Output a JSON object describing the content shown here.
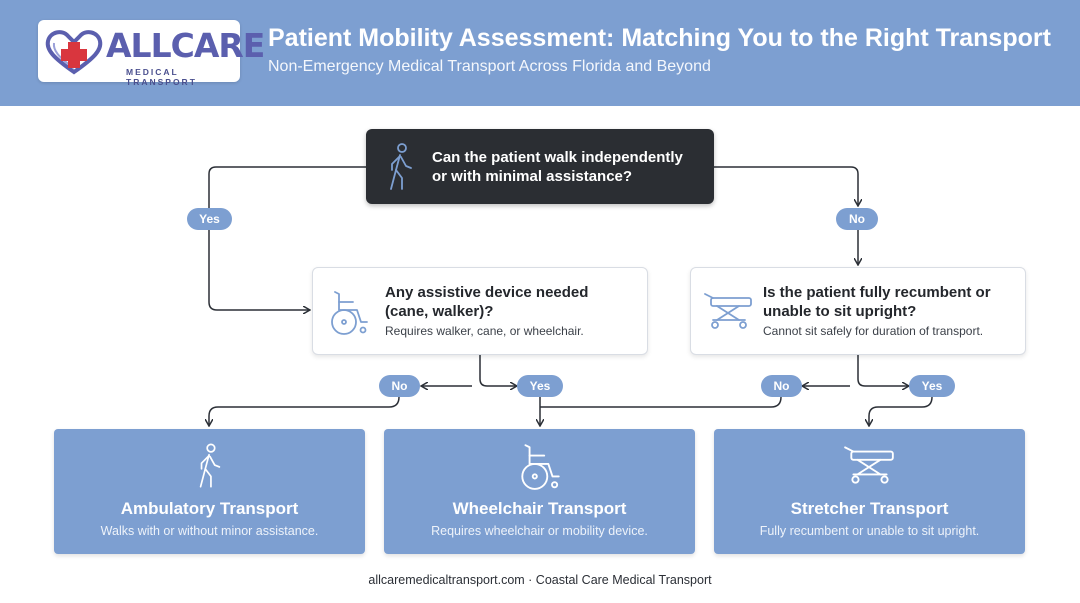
{
  "header": {
    "logo": {
      "name_part1": "ALL",
      "name_part2": "CARE",
      "tagline": "MEDICAL TRANSPORT"
    },
    "title": "Patient Mobility Assessment: Matching You to the Right Transport",
    "subtitle": "Non-Emergency Medical Transport Across Florida and Beyond"
  },
  "flow": {
    "start": {
      "question": "Can the patient walk independently or with minimal assistance?",
      "icon": "walking-person-icon"
    },
    "branch_yes_label": "Yes",
    "branch_no_label": "No",
    "assistive": {
      "question": "Any assistive device needed (cane, walker)?",
      "description": "Requires walker, cane, or wheelchair.",
      "icon": "wheelchair-icon",
      "no_label": "No",
      "yes_label": "Yes"
    },
    "recumbent": {
      "question": "Is the patient fully recumbent or unable to sit upright?",
      "description": "Cannot sit safely for duration of transport.",
      "icon": "stretcher-icon",
      "no_label": "No",
      "yes_label": "Yes"
    }
  },
  "outcomes": [
    {
      "title": "Ambulatory Transport",
      "description": "Walks with or without minor assistance.",
      "icon": "walking-person-icon"
    },
    {
      "title": "Wheelchair Transport",
      "description": "Requires wheelchair or mobility device.",
      "icon": "wheelchair-icon"
    },
    {
      "title": "Stretcher Transport",
      "description": "Fully recumbent or unable to sit upright.",
      "icon": "stretcher-icon"
    }
  ],
  "footer": "allcaremedicaltransport.com · Coastal Care Medical Transport",
  "colors": {
    "header_bg": "#7d9fd1",
    "dark_box": "#2b2e33",
    "outcome_bg": "#7d9fd1",
    "logo_accent": "#d9363e",
    "logo_purple": "#5b5fae"
  }
}
